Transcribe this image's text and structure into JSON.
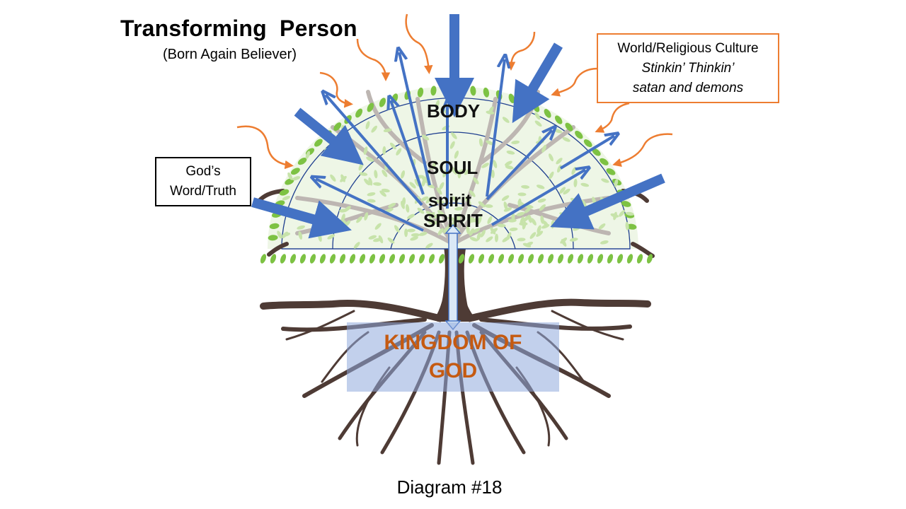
{
  "header": {
    "title": "Transforming  Person",
    "subtitle": "(Born Again Believer)"
  },
  "boxes": {
    "gods_word_line1": "God’s",
    "gods_word_line2": "Word/Truth",
    "world_line1": "World/Religious Culture",
    "world_line2": "Stinkin’ Thinkin’",
    "world_line3": "satan and demons"
  },
  "layers": {
    "body": "BODY",
    "soul": "SOUL",
    "spirit_lower": "spirit",
    "spirit_upper": "SPIRIT"
  },
  "kingdom": {
    "line1": "KINGDOM OF",
    "line2": "GOD"
  },
  "caption": "Diagram #18",
  "colors": {
    "blue_arrow": "#4472c4",
    "orange_arrow": "#ed7d31",
    "trunk": "#4e3b35",
    "leaf_green": "#7dc243",
    "kingdom_text": "#c55a11"
  }
}
